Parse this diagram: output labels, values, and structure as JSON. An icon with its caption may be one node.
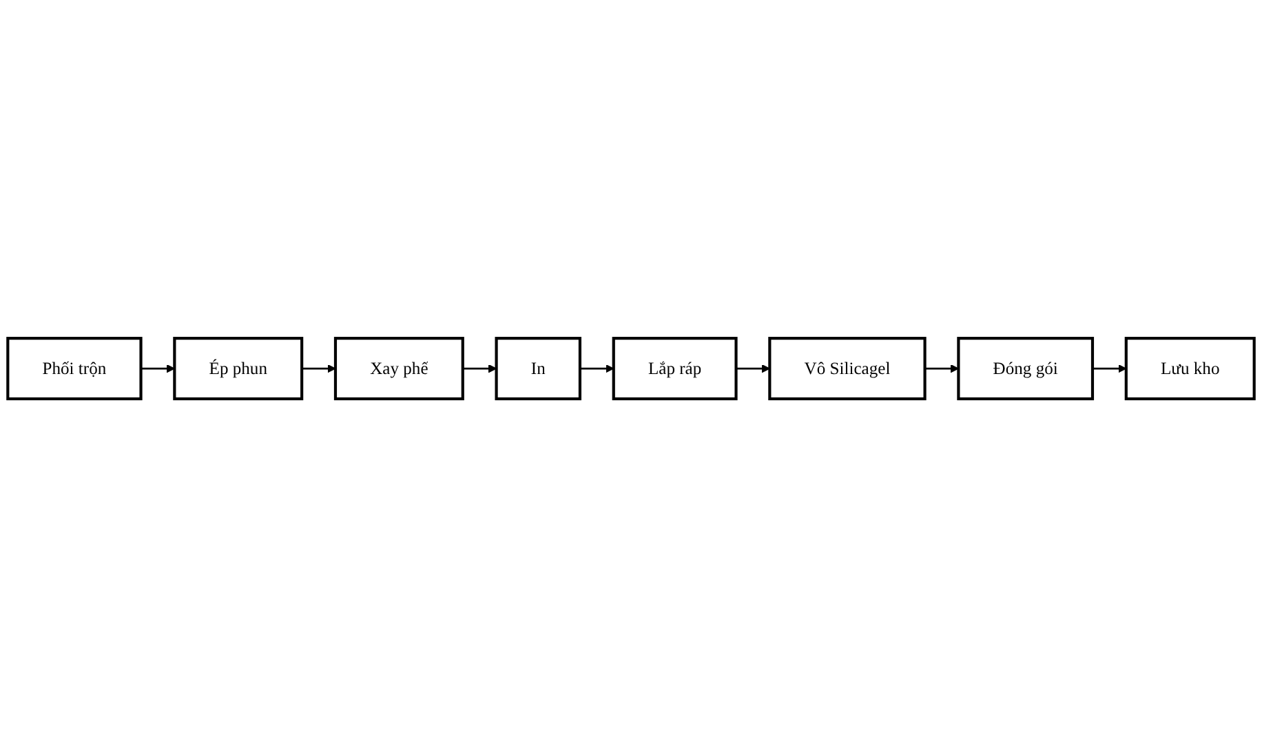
{
  "diagram": {
    "nodes": [
      {
        "text": [
          "Phối trộn"
        ]
      },
      {
        "text": [
          "Ép phun"
        ]
      },
      {
        "text": [
          "Xay phế"
        ]
      },
      {
        "text": [
          "In"
        ]
      },
      {
        "text": [
          "Lắp ráp"
        ]
      },
      {
        "text": [
          "Vô Silicagel"
        ]
      },
      {
        "text": [
          "Đóng gói"
        ]
      },
      {
        "text": [
          "Lưu kho"
        ]
      }
    ],
    "edges": [
      {
        "from": 0,
        "to": 1,
        "arrow": "to"
      },
      {
        "from": 1,
        "to": 2,
        "arrow": "to"
      },
      {
        "from": 2,
        "to": 3,
        "arrow": "to"
      },
      {
        "from": 3,
        "to": 4,
        "arrow": "to"
      },
      {
        "from": 4,
        "to": 5,
        "arrow": "to"
      },
      {
        "from": 5,
        "to": 6,
        "arrow": "to"
      },
      {
        "from": 6,
        "to": 7,
        "arrow": "to"
      }
    ]
  }
}
